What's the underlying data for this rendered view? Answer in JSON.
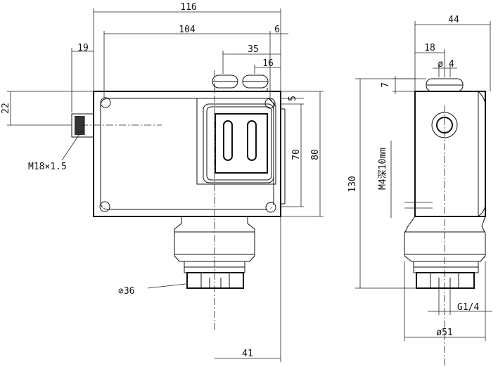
{
  "dimensions": {
    "front": {
      "d116": "116",
      "d104": "104",
      "d6": "6",
      "d19": "19",
      "d35": "35",
      "d16": "16",
      "d22": "22",
      "d5": "5",
      "d70": "70",
      "d80": "80",
      "thread": "M18×1.5",
      "hex": "⊘36",
      "d41": "41"
    },
    "side": {
      "d44": "44",
      "d18": "18",
      "d4": "ø 4",
      "d7": "7",
      "d130": "130",
      "m4": "M4深10mm",
      "g14": "G1/4",
      "d51": "ø51"
    }
  }
}
